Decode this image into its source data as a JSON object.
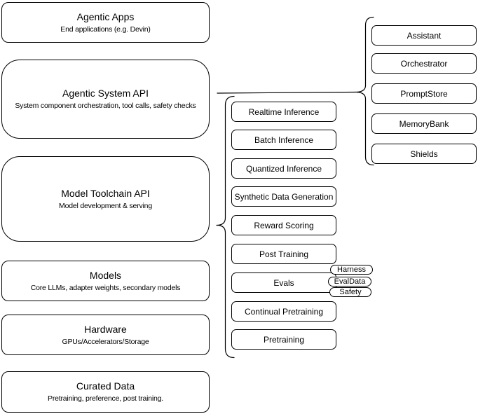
{
  "colors": {
    "stroke": "#000000",
    "fill": "#ffffff",
    "text": "#000000"
  },
  "left_stack": [
    {
      "title": "Agentic Apps",
      "subtitle": "End applications (e.g. Devin)"
    },
    {
      "title": "Agentic System API",
      "subtitle": "System component orchestration, tool calls, safety checks"
    },
    {
      "title": "Model Toolchain API",
      "subtitle": "Model development & serving"
    },
    {
      "title": "Models",
      "subtitle": "Core LLMs, adapter weights, secondary models"
    },
    {
      "title": "Hardware",
      "subtitle": "GPUs/Accelerators/Storage"
    },
    {
      "title": "Curated Data",
      "subtitle": "Pretraining, preference, post training."
    }
  ],
  "toolchain_stack": [
    "Realtime Inference",
    "Batch Inference",
    "Quantized Inference",
    "Synthetic Data Generation",
    "Reward Scoring",
    "Post Training",
    "Evals",
    "Continual Pretraining",
    "Pretraining"
  ],
  "evals_tags": [
    "Harness",
    "EvalData",
    "Safety"
  ],
  "system_stack": [
    "Assistant",
    "Orchestrator",
    "PromptStore",
    "MemoryBank",
    "Shields"
  ]
}
